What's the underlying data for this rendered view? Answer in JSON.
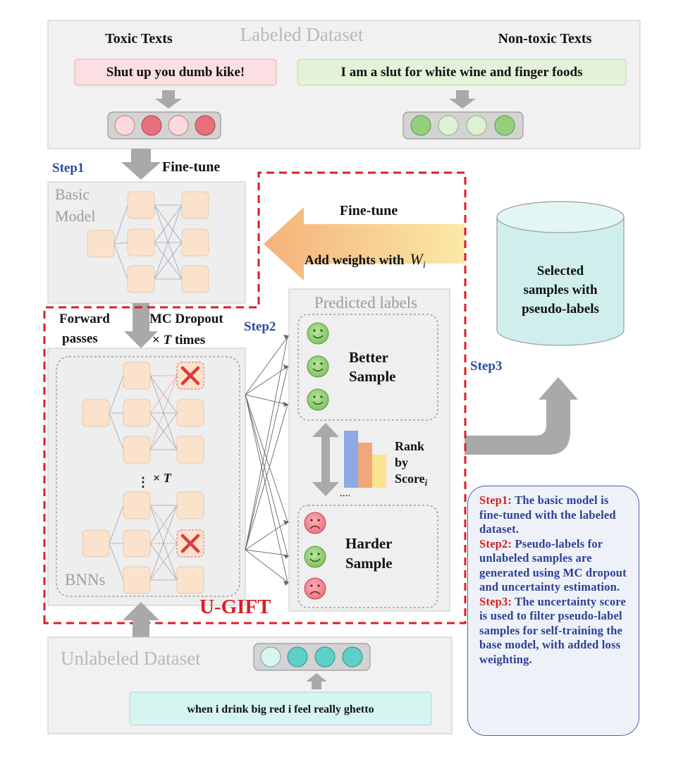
{
  "labeled_dataset": {
    "title": "Labeled Dataset",
    "toxic_header": "Toxic Texts",
    "nontoxic_header": "Non-toxic Texts",
    "toxic_example": "Shut up you dumb kike!",
    "nontoxic_example": "I am a slut for white wine and finger foods"
  },
  "step1": {
    "tag": "Step1",
    "action": "Fine-tune"
  },
  "basic_model": {
    "line1": "Basic",
    "line2": "Model"
  },
  "feedback": {
    "top": "Fine-tune",
    "bottom": "Add weights with",
    "weight_symbol": "W",
    "weight_sub": "i"
  },
  "selected_samples": {
    "line1": "Selected",
    "line2": "samples with",
    "line3": "pseudo-labels"
  },
  "forward": {
    "line1": "Forward",
    "line2": "passes",
    "mc_line1": "MC Dropout",
    "mc_line2_prefix": "× ",
    "mc_line2_var": "T",
    "mc_line2_suffix": " times"
  },
  "step2": {
    "tag": "Step2"
  },
  "step3": {
    "tag": "Step3"
  },
  "bnn": {
    "label": "BNNs",
    "times": "× ",
    "times_var": "T"
  },
  "predicted": {
    "title": "Predicted labels",
    "better_line1": "Better",
    "better_line2": "Sample",
    "harder_line1": "Harder",
    "harder_line2": "Sample",
    "rank_line1": "Rank",
    "rank_line2": "by",
    "rank_line3": "Score",
    "rank_sub": "i",
    "dots": "...."
  },
  "brand": "U-GIFT",
  "unlabeled_dataset": {
    "title": "Unlabeled Dataset",
    "example": "when i drink big red i feel really ghetto"
  },
  "notes": {
    "step1_tag": "Step1:",
    "step1_text": " The basic model is fine-tuned with the labeled dataset.",
    "step2_tag": "Step2:",
    "step2_text": " Pseudo-labels for unlabeled samples are generated using MC dropout and uncertainty estimation.",
    "step3_tag": "Step3:",
    "step3_text": " The uncertainty score is used to filter pseudo-label samples for self-training the base model, with added loss weighting."
  },
  "colors": {
    "toxic_fill": "#e8707c",
    "toxic_light": "#fbd9dc",
    "nontoxic_fill": "#93cf7c",
    "nontoxic_light": "#dff0d4",
    "unlabeled_fill": "#5fd0c8",
    "unlabeled_light": "#d9f4f1",
    "node": "#fbe2cc",
    "node_stroke": "#e3c5a8",
    "dashed_red": "#d81f26",
    "step_blue": "#2e4b9e",
    "cylinder": "#cfeeec",
    "arrow_gray": "#a9a9a9",
    "bar1": "#8fa8e6",
    "bar2": "#f0a878",
    "bar3": "#fbe28e"
  }
}
